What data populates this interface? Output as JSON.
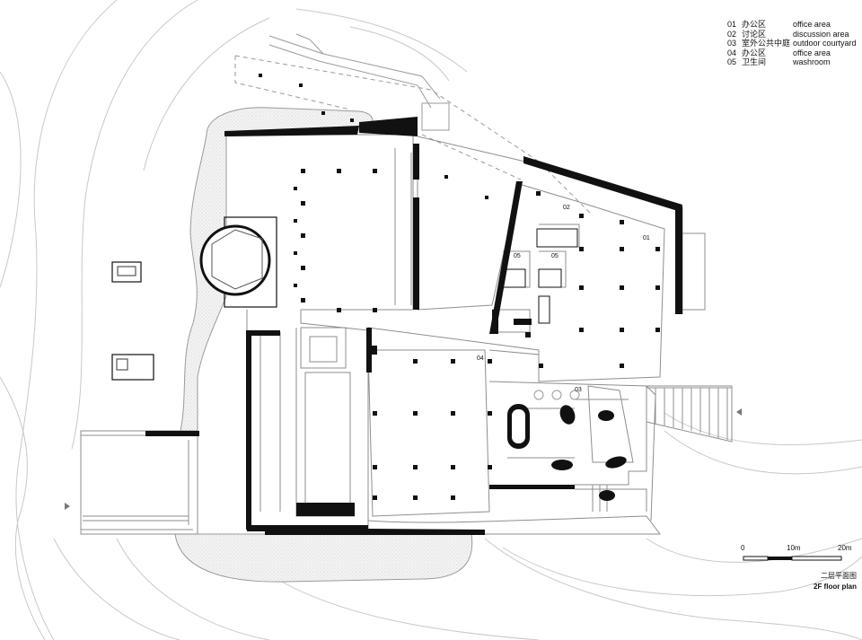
{
  "legend": [
    {
      "num": "01",
      "zh": "办公区",
      "en": "office area"
    },
    {
      "num": "02",
      "zh": "讨论区",
      "en": "discussion area"
    },
    {
      "num": "03",
      "zh": "室外公共中庭",
      "en": "outdoor courtyard"
    },
    {
      "num": "04",
      "zh": "办公区",
      "en": "office area"
    },
    {
      "num": "05",
      "zh": "卫生间",
      "en": "washroom"
    }
  ],
  "room_labels": {
    "l01": "01",
    "l02": "02",
    "l03": "03",
    "l04": "04",
    "l05a": "05",
    "l05b": "05"
  },
  "scale_bar": {
    "labels": [
      "0",
      "10m",
      "20m"
    ]
  },
  "caption": {
    "zh": "二层平面图",
    "en": "2F floor plan"
  },
  "colors": {
    "ink": "#111111",
    "line": "#9a9a9a",
    "hatch": "#e6e6e6"
  }
}
